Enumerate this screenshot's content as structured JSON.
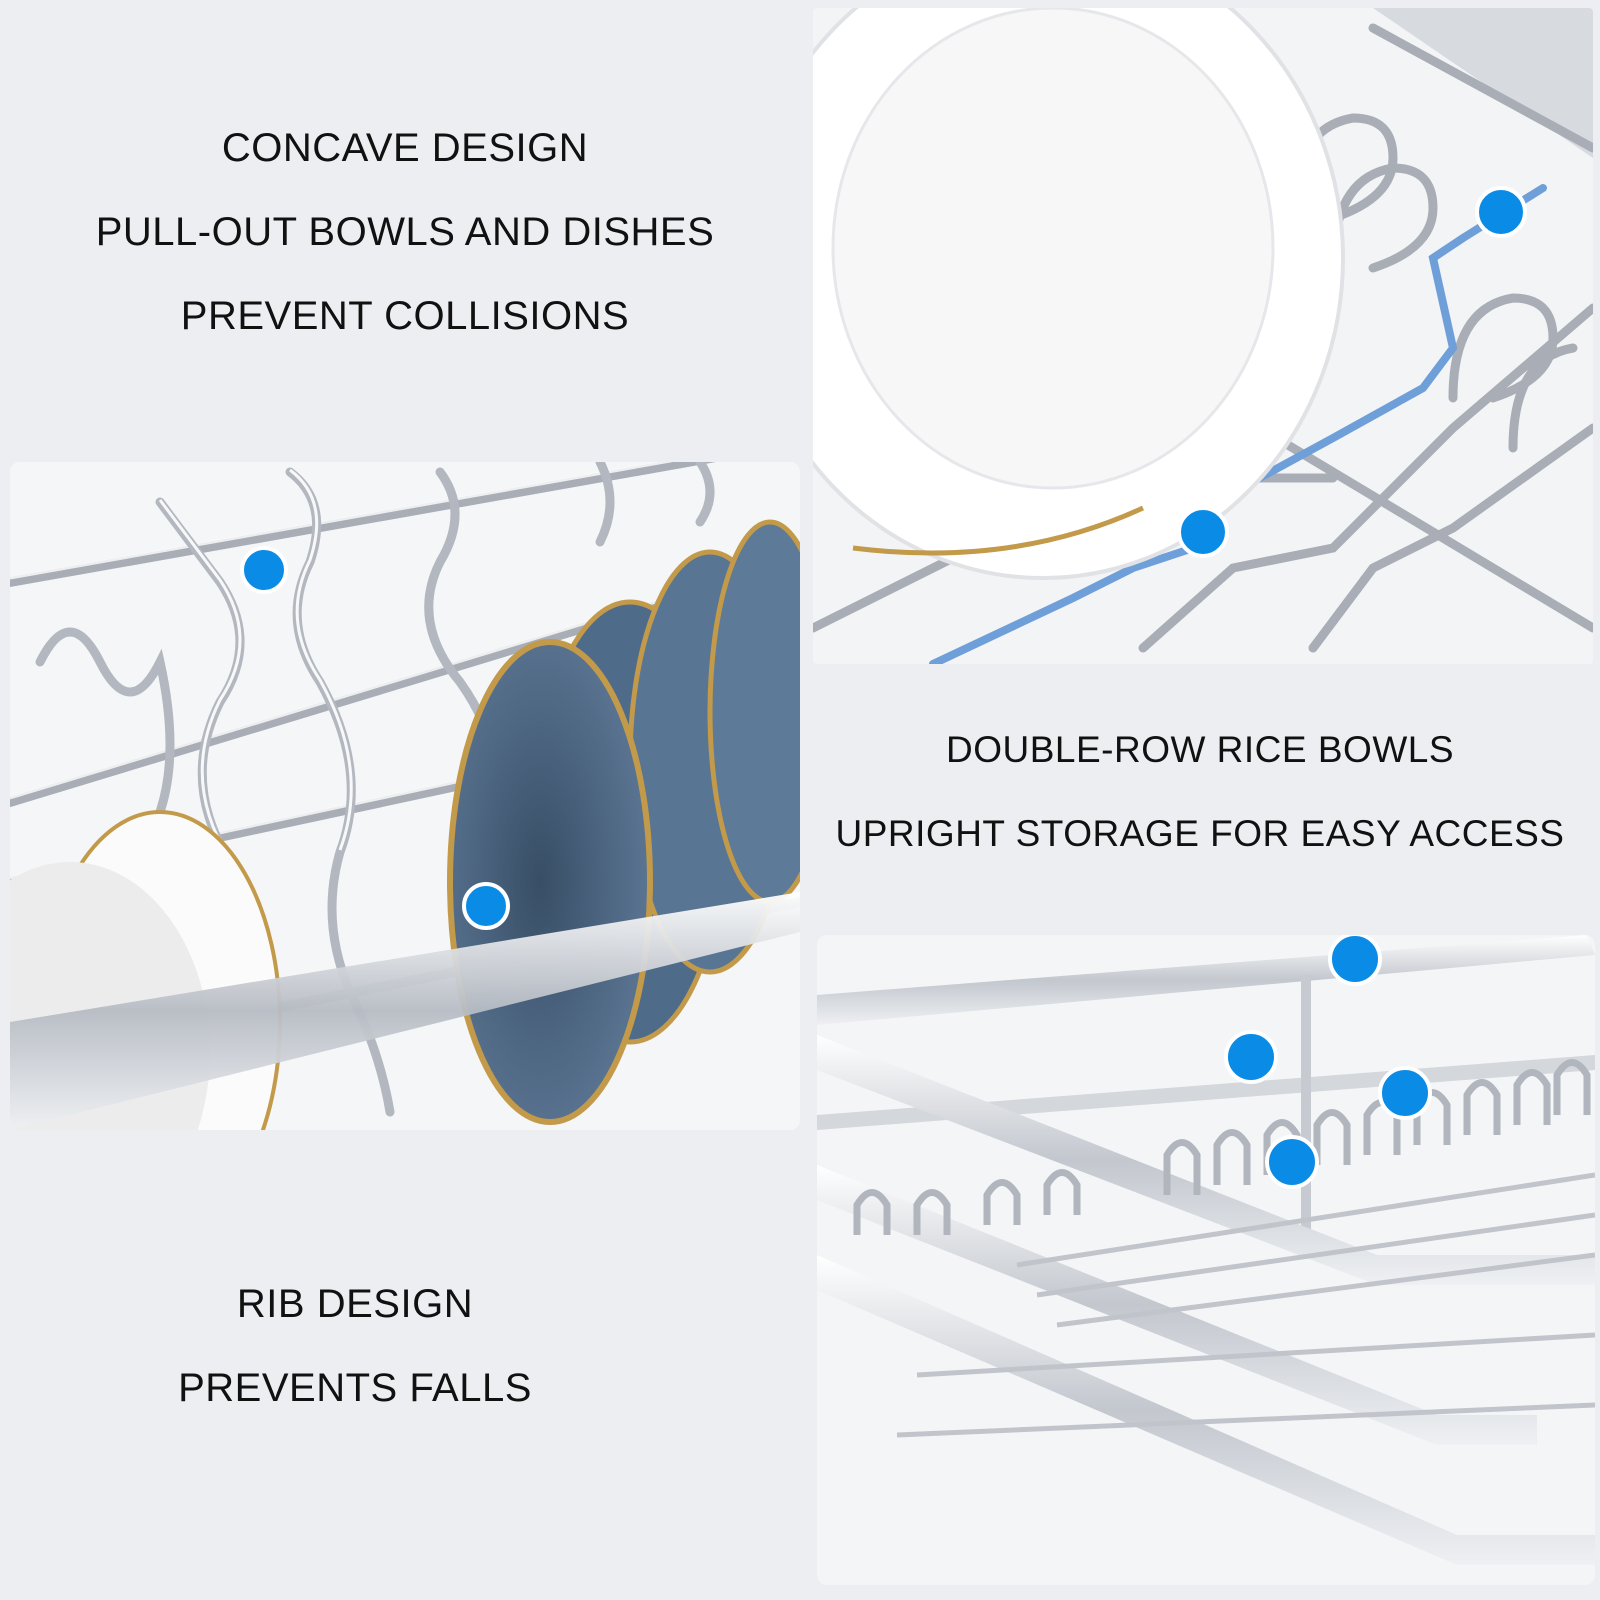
{
  "features": [
    {
      "id": "concave",
      "lines": [
        "CONCAVE DESIGN",
        "PULL-OUT BOWLS AND DISHES",
        "PREVENT COLLISIONS"
      ]
    },
    {
      "id": "double-row",
      "lines": [
        "DOUBLE-ROW RICE BOWLS",
        "UPRIGHT STORAGE FOR EASY ACCESS"
      ]
    },
    {
      "id": "rib",
      "lines": [
        "RIB DESIGN",
        "PREVENTS FALLS"
      ]
    }
  ],
  "colors": {
    "background": "#eceef2",
    "marker": "#0a8be6",
    "bowl": "#4f6b8a",
    "bowl_rim": "#c29a4a",
    "wire": "#b9bec6",
    "highlight_wire": "#6f9fd8"
  },
  "photos": [
    {
      "id": "bowls",
      "subject": "stainless wire rack holding blue and white bowls",
      "markers": 2
    },
    {
      "id": "plate",
      "subject": "white plate leaning on wire rack with highlighted blue rib",
      "markers": 2
    },
    {
      "id": "basket",
      "subject": "stainless double-row basket with looped ribs",
      "markers": 4
    }
  ]
}
